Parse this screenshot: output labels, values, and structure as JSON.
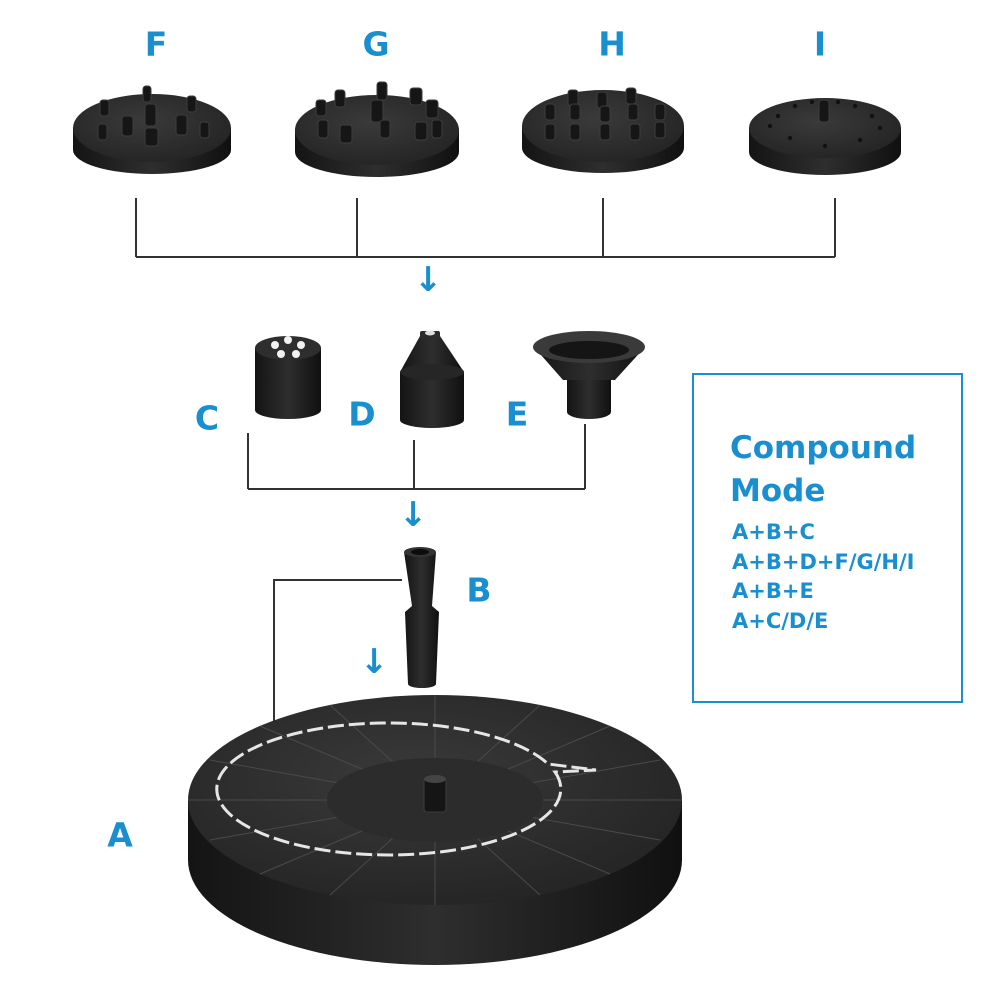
{
  "labels": {
    "f": "F",
    "g": "G",
    "h": "H",
    "i": "I",
    "c": "C",
    "d": "D",
    "e": "E",
    "b": "B",
    "a": "A"
  },
  "arrow_glyph": "↓",
  "compound_mode": {
    "title": "Compound\nMode",
    "combos": [
      "A+B+C",
      "A+B+D+F/G/H/I",
      "A+B+E",
      "A+C/D/E"
    ]
  },
  "colors": {
    "accent": "#1a8fd0",
    "part": "#2b2b2b",
    "connector": "#333333"
  }
}
